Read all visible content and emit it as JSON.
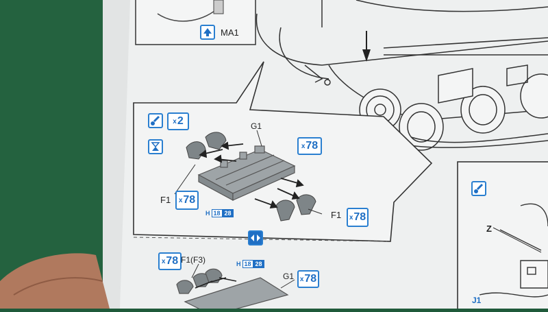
{
  "scene": {
    "description_colors": {
      "paper": "#f2f3f3",
      "mat": "#1f5a3a",
      "ink": "#2a2a2a",
      "accent_blue": "#1f6fc4",
      "part_gray": "#9aa0a3"
    }
  },
  "labels": {
    "ma1": "MA1",
    "g1_top": "G1",
    "f1_left": "F1",
    "f1_right": "F1",
    "z": "Z",
    "f1f3": "F1(F3)",
    "g1_bottom": "G1",
    "j1": "J1"
  },
  "badges": {
    "x2": {
      "x": "x",
      "n": "2"
    },
    "x78_top": {
      "x": "x",
      "n": "78"
    },
    "x78_left": {
      "x": "x",
      "n": "78"
    },
    "x78_right": {
      "x": "x",
      "n": "78"
    },
    "x78_bottom_left": {
      "x": "x",
      "n": "78"
    },
    "x78_bottom_right": {
      "x": "x",
      "n": "78"
    }
  },
  "part_codes": {
    "top": {
      "h": "H",
      "open": "18",
      "filled": "28"
    },
    "bottom": {
      "h": "H",
      "open": "18",
      "filled": "28"
    }
  },
  "icons": [
    "arrow-up-icon",
    "paint-brush-icon",
    "glue-tube-icon",
    "swap-arrows-icon",
    "paint-brush-icon-right"
  ]
}
